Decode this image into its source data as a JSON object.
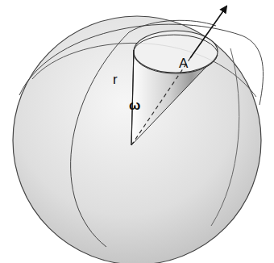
{
  "diagram": {
    "labels": [
      "r",
      "ω",
      "A"
    ]
  }
}
